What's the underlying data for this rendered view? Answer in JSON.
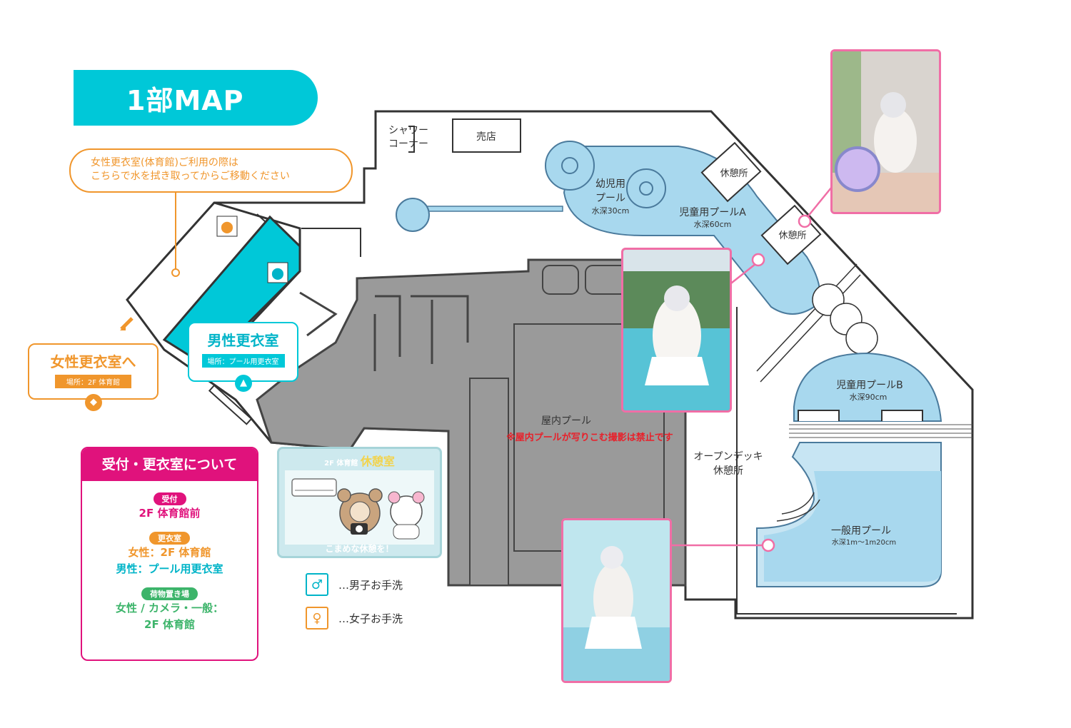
{
  "title": "1部MAP",
  "callouts": {
    "wipe_note_line1": "女性更衣室(体育館)ご利用の際は",
    "wipe_note_line2": "こちらで水を拭き取ってからご移動ください",
    "women_title": "女性更衣室へ",
    "women_location": "場所：2F 体育館",
    "men_title": "男性更衣室",
    "men_location": "場所：プール用更衣室"
  },
  "map_labels": {
    "shower": "シャワー\nコーナー",
    "shop": "売店",
    "toddler_pool": "幼児用\nプール",
    "toddler_depth": "水深30cm",
    "kids_pool_a": "児童用プールA",
    "kids_pool_a_depth": "水深60cm",
    "rest_area": "休憩所",
    "indoor_pool": "屋内プール",
    "indoor_warning": "※屋内プールが写りこむ撮影は禁止です",
    "open_deck": "オープンデッキ\n休憩所",
    "kids_pool_b": "児童用プールB",
    "kids_pool_b_depth": "水深90cm",
    "general_pool": "一般用プール",
    "general_depth": "水深1m～1m20cm"
  },
  "info_card": {
    "header": "受付・更衣室について",
    "reception_label": "受付",
    "reception_value": "2F 体育館前",
    "changing_label": "更衣室",
    "changing_women": "女性：2F 体育館",
    "changing_men": "男性：プール用更衣室",
    "baggage_label": "荷物置き場",
    "baggage_value_line1": "女性 / カメラ・一般：",
    "baggage_value_line2": "2F 体育館"
  },
  "rest_card": {
    "header_small": "2F 体育館",
    "header_big": "休憩室",
    "footer": "こまめな休憩を！"
  },
  "legend": {
    "men_restroom": "…男子お手洗",
    "women_restroom": "…女子お手洗"
  },
  "colors": {
    "cyan": "#00c8d8",
    "orange": "#f0962c",
    "magenta": "#e0127c",
    "pink": "#f06ea6",
    "pool_blue": "#a8d8ee",
    "building_gray": "#9a9a9a",
    "warning_red": "#e8202a"
  }
}
